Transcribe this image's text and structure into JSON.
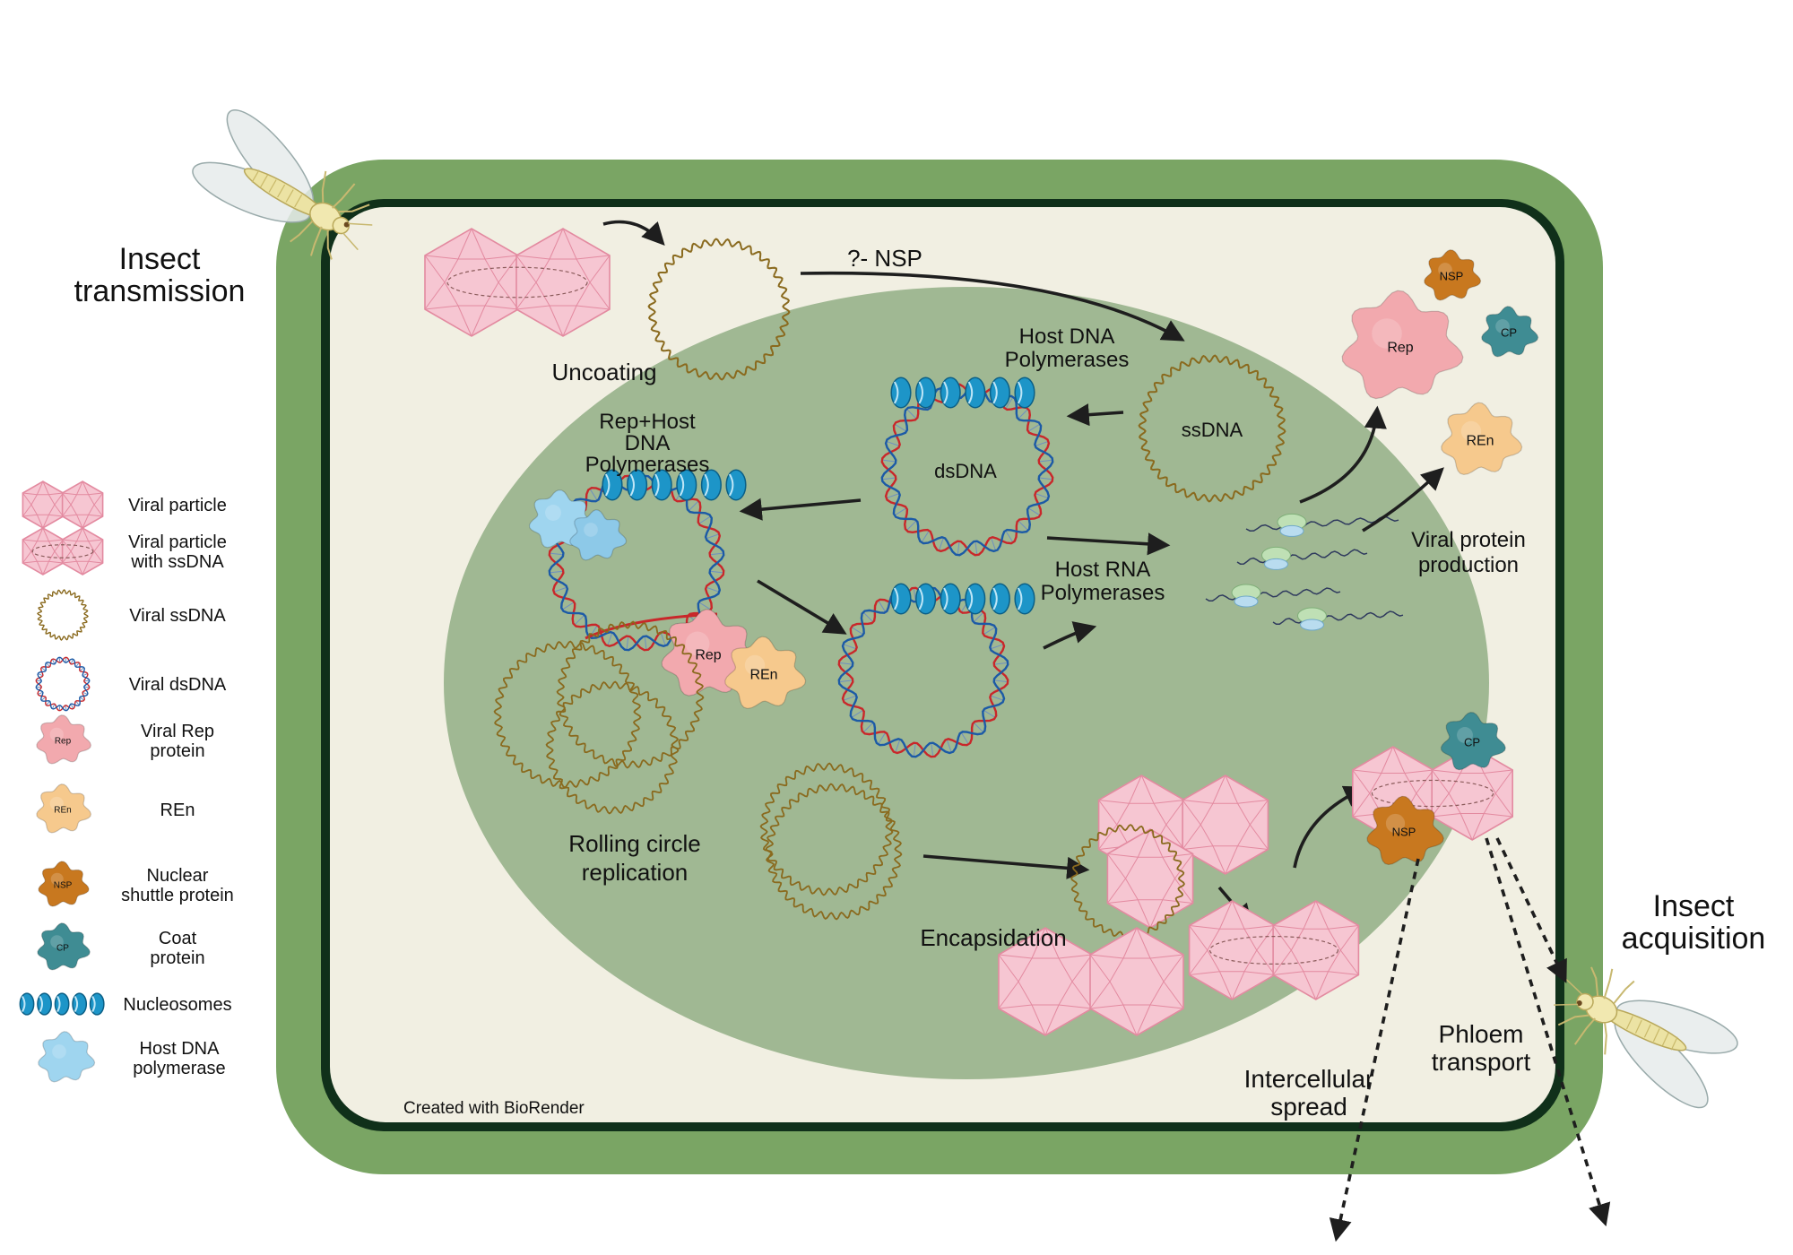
{
  "colors": {
    "cell_wall": "#7aa564",
    "cell_membrane": "#10301a",
    "cytoplasm": "#f1efe2",
    "nucleus": "#a0b893",
    "viral_particle": "#f6c6d2",
    "viral_particle_stroke": "#e38aa0",
    "ssdna": "#8a6a1e",
    "dsdna_red": "#c9272a",
    "dsdna_blue": "#1c5aa6",
    "nucleosome": "#1d95c8",
    "rep": "#f2a9ae",
    "ren": "#f6c98d",
    "nsp": "#c8781f",
    "cp": "#3f8c93",
    "host_polymerase": "#9fd5ef",
    "arrow": "#1e1e1e"
  },
  "labels": {
    "insect_transmission": [
      "Insect",
      "transmission"
    ],
    "insect_acquisition": [
      "Insect",
      "acquisition"
    ],
    "uncoating": "Uncoating",
    "nsp_arrow": "?- NSP",
    "host_dna_polymerases": [
      "Host DNA",
      "Polymerases"
    ],
    "ssdna": "ssDNA",
    "dsdna": "dsDNA",
    "rep_host_polymerases": [
      "Rep+Host",
      "DNA",
      "Polymerases"
    ],
    "host_rna_polymerases": [
      "Host RNA",
      "Polymerases"
    ],
    "viral_protein_production": [
      "Viral protein",
      "production"
    ],
    "rolling_circle": [
      "Rolling circle",
      "replication"
    ],
    "encapsidation": "Encapsidation",
    "intercellular_spread": [
      "Intercellular",
      "spread"
    ],
    "phloem_transport": [
      "Phloem",
      "transport"
    ],
    "credit": "Created with BioRender"
  },
  "protein_tags": {
    "rep": "Rep",
    "ren": "REn",
    "nsp": "NSP",
    "cp": "CP"
  },
  "legend": [
    {
      "icon": "viral-particle-icon",
      "lines": [
        "Viral particle"
      ]
    },
    {
      "icon": "viral-particle-ssdna-icon",
      "lines": [
        "Viral particle",
        "with ssDNA"
      ]
    },
    {
      "icon": "viral-ssdna-icon",
      "lines": [
        "Viral ssDNA"
      ]
    },
    {
      "icon": "viral-dsdna-icon",
      "lines": [
        "Viral dsDNA"
      ]
    },
    {
      "icon": "rep-protein-icon",
      "lines": [
        "Viral Rep",
        "protein"
      ]
    },
    {
      "icon": "ren-icon",
      "lines": [
        "REn"
      ]
    },
    {
      "icon": "nsp-icon",
      "lines": [
        "Nuclear",
        "shuttle protein"
      ]
    },
    {
      "icon": "cp-icon",
      "lines": [
        "Coat",
        "protein"
      ]
    },
    {
      "icon": "nucleosomes-icon",
      "lines": [
        "Nucleosomes"
      ]
    },
    {
      "icon": "host-dna-polymerase-icon",
      "lines": [
        "Host DNA",
        "polymerase"
      ]
    }
  ]
}
